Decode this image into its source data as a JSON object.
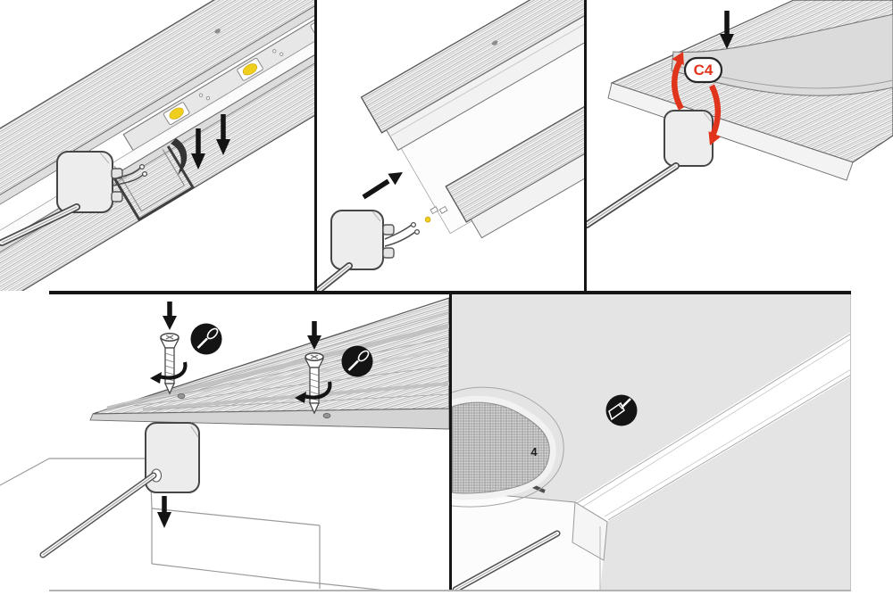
{
  "figure": {
    "type": "installation-instruction-diagram",
    "subject": "Recessed trimless LED aluminium profile installation sequence",
    "background": "#ffffff",
    "divider_color": "#151515"
  },
  "colors": {
    "accent_red": "#e0341c",
    "led_yellow": "#f0ce1d",
    "badge_black": "#141414",
    "cap_gray": "#ededed",
    "plaster_gray": "#e4e4e4",
    "cover_gray": "#dbdbdb",
    "line_gray": "#9a9a9a",
    "outline_dark": "#464646"
  },
  "steps": [
    {
      "id": "insert-led-strip",
      "position": "top-left",
      "label": "",
      "components": [
        "aluminium-profile-rails",
        "led-strip",
        "end-cap",
        "power-cable",
        "mounting-bracket"
      ],
      "annotations": [
        "down-arrow",
        "down-arrow"
      ]
    },
    {
      "id": "slide-on-end-cap",
      "position": "top-center",
      "label": "",
      "components": [
        "aluminium-profile-rails",
        "end-cap",
        "power-cable",
        "led-wires"
      ],
      "annotations": [
        "diagonal-arrow"
      ]
    },
    {
      "id": "press-in-cover-strip",
      "position": "top-right",
      "label": "C4",
      "components": [
        "aluminium-profile",
        "flexible-cover-strip",
        "end-cap",
        "power-cable"
      ],
      "annotations": [
        "down-arrow",
        "red-curved-arrow-left",
        "red-curved-arrow-right"
      ]
    },
    {
      "id": "screw-fix-profile",
      "position": "bottom-left",
      "label": "",
      "components": [
        "assembled-profile",
        "screw",
        "screw",
        "end-cap",
        "power-cable",
        "ceiling-recess"
      ],
      "annotations": [
        "down-arrow",
        "rotation-arrow",
        "screwdriver-badge",
        "down-arrow",
        "rotation-arrow",
        "screwdriver-badge",
        "down-arrow"
      ]
    },
    {
      "id": "plaster-over",
      "position": "bottom-right",
      "label": "4",
      "components": [
        "plastered-ceiling",
        "joint-mesh-tape",
        "light-slot-band",
        "ceiling-recess",
        "power-cable"
      ],
      "annotations": [
        "putty-knife-badge"
      ]
    }
  ]
}
